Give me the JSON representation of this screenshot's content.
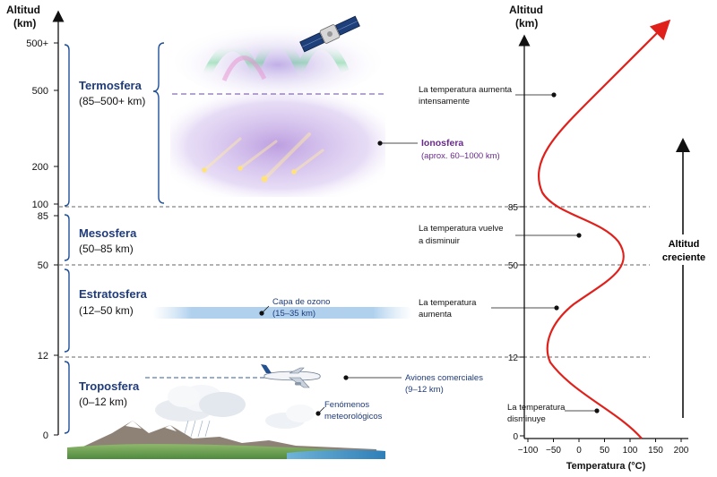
{
  "left_axis": {
    "title_line1": "Altitud",
    "title_line2": "(km)",
    "ticks": [
      "500+",
      "500",
      "200",
      "100",
      "85",
      "50",
      "12",
      "0"
    ]
  },
  "layers": [
    {
      "name": "Termosfera",
      "range": "(85–500+ km)"
    },
    {
      "name": "Mesosfera",
      "range": "(50–85 km)"
    },
    {
      "name": "Estratosfera",
      "range": "(12–50 km)"
    },
    {
      "name": "Troposfera",
      "range": "(0–12 km)"
    }
  ],
  "features": {
    "ionosphere_title": "Ionosfera",
    "ionosphere_sub": "(aprox. 60–1000 km)",
    "ozone_line1": "Capa de ozono",
    "ozone_line2": "(15–35 km)",
    "aircraft_line1": "Aviones comerciales",
    "aircraft_line2": "(9–12 km)",
    "weather_line1": "Fenómenos",
    "weather_line2": "meteorológicos"
  },
  "temperature_notes": {
    "thermo_line1": "La temperatura aumenta",
    "thermo_line2": "intensamente",
    "meso_line1": "La temperatura vuelve",
    "meso_line2": "a disminuir",
    "strato_line1": "La temperatura",
    "strato_line2": "aumenta",
    "tropo_line1": "La temperatura",
    "tropo_line2": "disminuye"
  },
  "right_axis": {
    "title_line1": "Altitud",
    "title_line2": "(km)",
    "ticks": [
      "85",
      "50",
      "12",
      "0"
    ],
    "x_ticks": [
      "−100",
      "−50",
      "0",
      "50",
      "100",
      "150",
      "200"
    ],
    "x_label": "Temperatura (°C)"
  },
  "increasing_label_line1": "Altitud",
  "increasing_label_line2": "creciente",
  "colors": {
    "layer_name": "#1f3b7a",
    "ionosphere": "#6a2a8c",
    "temperature_curve": "#e0201b",
    "bracket": "#1f4f9a"
  }
}
